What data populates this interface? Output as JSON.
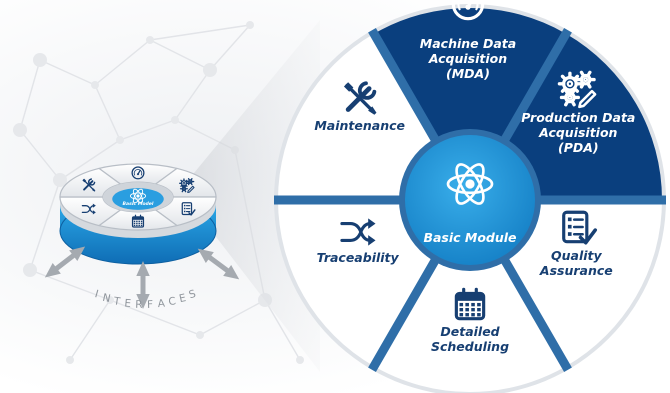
{
  "center": {
    "label": "Basic Module",
    "icon": "atom-icon"
  },
  "segments": [
    {
      "id": "mda",
      "lines": [
        "Machine Data",
        "Acquisition",
        "(MDA)"
      ],
      "icon": "gauge-icon",
      "theme": "dark"
    },
    {
      "id": "pda",
      "lines": [
        "Production Data",
        "Acquisition",
        "(PDA)"
      ],
      "icon": "gears-icon",
      "theme": "dark"
    },
    {
      "id": "qa",
      "lines": [
        "Quality",
        "Assurance"
      ],
      "icon": "checklist-icon",
      "theme": "light"
    },
    {
      "id": "scheduling",
      "lines": [
        "Detailed",
        "Scheduling"
      ],
      "icon": "calendar-icon",
      "theme": "light"
    },
    {
      "id": "traceability",
      "lines": [
        "Traceability"
      ],
      "icon": "shuffle-icon",
      "theme": "light"
    },
    {
      "id": "maintenance",
      "lines": [
        "Maintenance"
      ],
      "icon": "tools-icon",
      "theme": "light"
    }
  ],
  "mini_model": {
    "center_label": "Basic Model"
  },
  "interfaces_label": "INTERFACES",
  "colors": {
    "navy": "#0a3f7e",
    "blue": "#1a86c8",
    "light_blue": "#2a9ee0",
    "divider": "#2f6ea8",
    "white": "#ffffff",
    "text_dark": "#173f72",
    "gray": "#a5aab0"
  }
}
